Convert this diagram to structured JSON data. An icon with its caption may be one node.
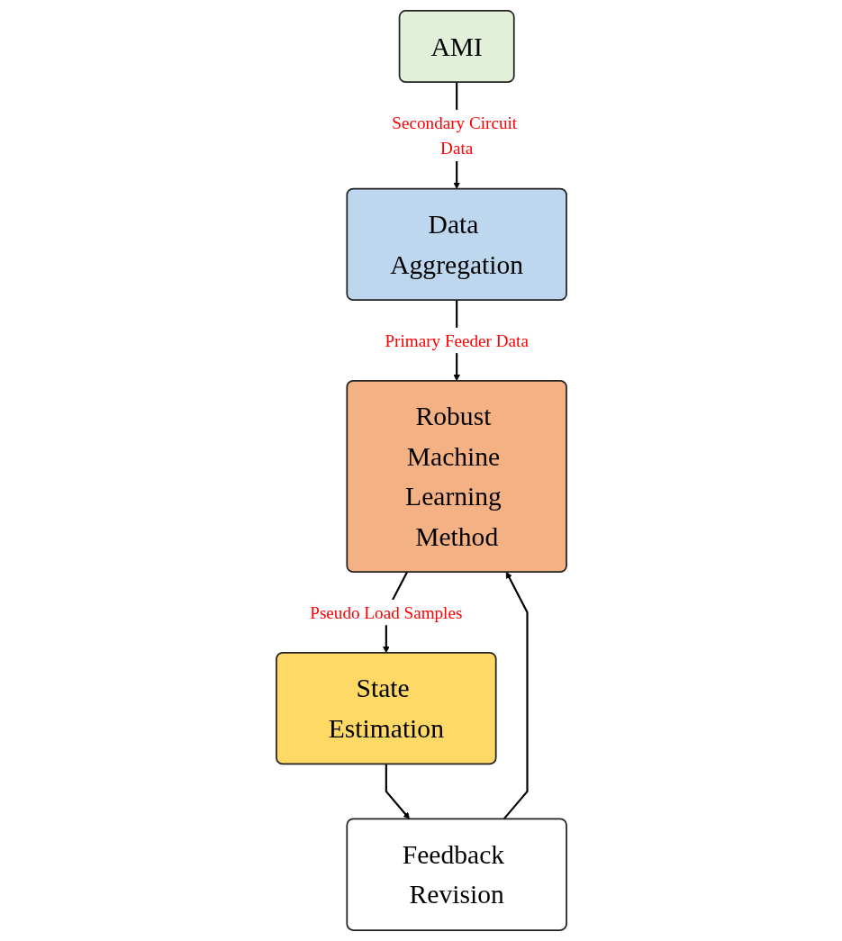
{
  "diagram": {
    "nodes": [
      {
        "text": [
          "AMI"
        ]
      },
      {
        "text": [
          "Data Aggregation"
        ]
      },
      {
        "text": [
          "Robust Machine Learning Method"
        ]
      },
      {
        "text": [
          "Feedback Revision"
        ]
      },
      {
        "text": [
          "State Estimation"
        ]
      }
    ],
    "edges": [
      {
        "from": 0,
        "to": 1,
        "arrow": "to",
        "label": "Secondary Circuit Data"
      },
      {
        "from": 1,
        "to": 2,
        "arrow": "to",
        "label": "Primary Feeder Data"
      },
      {
        "from": 2,
        "to": 4,
        "arrow": "to",
        "label": "Pseudo Load Samples"
      },
      {
        "from": 4,
        "to": 3,
        "arrow": "to"
      },
      {
        "from": 3,
        "to": 2,
        "arrow": "to"
      }
    ]
  }
}
